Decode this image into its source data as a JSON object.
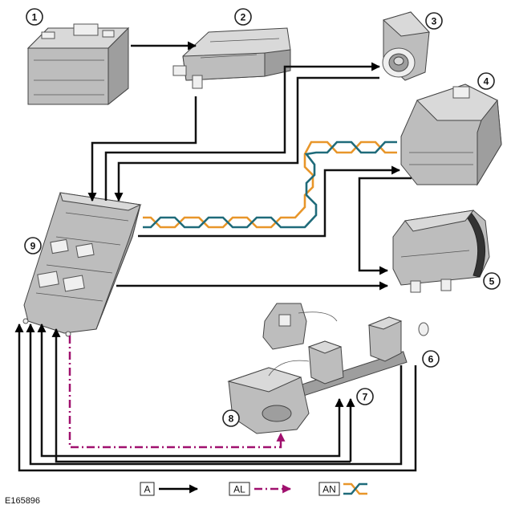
{
  "diagram": {
    "reference_code": "E165896",
    "callouts": [
      "1",
      "2",
      "3",
      "4",
      "5",
      "6",
      "7",
      "8",
      "9"
    ],
    "legend": [
      {
        "code": "A",
        "line_style": "solid-arrow",
        "color": "#000000"
      },
      {
        "code": "AL",
        "line_style": "dash-dot-arrow",
        "color": "#a0106e"
      },
      {
        "code": "AN",
        "line_style": "twisted-pair",
        "colors": [
          "#e8962a",
          "#1f6b7a"
        ]
      }
    ],
    "colors": {
      "can_orange": "#e8962a",
      "can_teal": "#1f6b7a",
      "lin_magenta": "#a0106e",
      "wire_black": "#000000"
    }
  }
}
